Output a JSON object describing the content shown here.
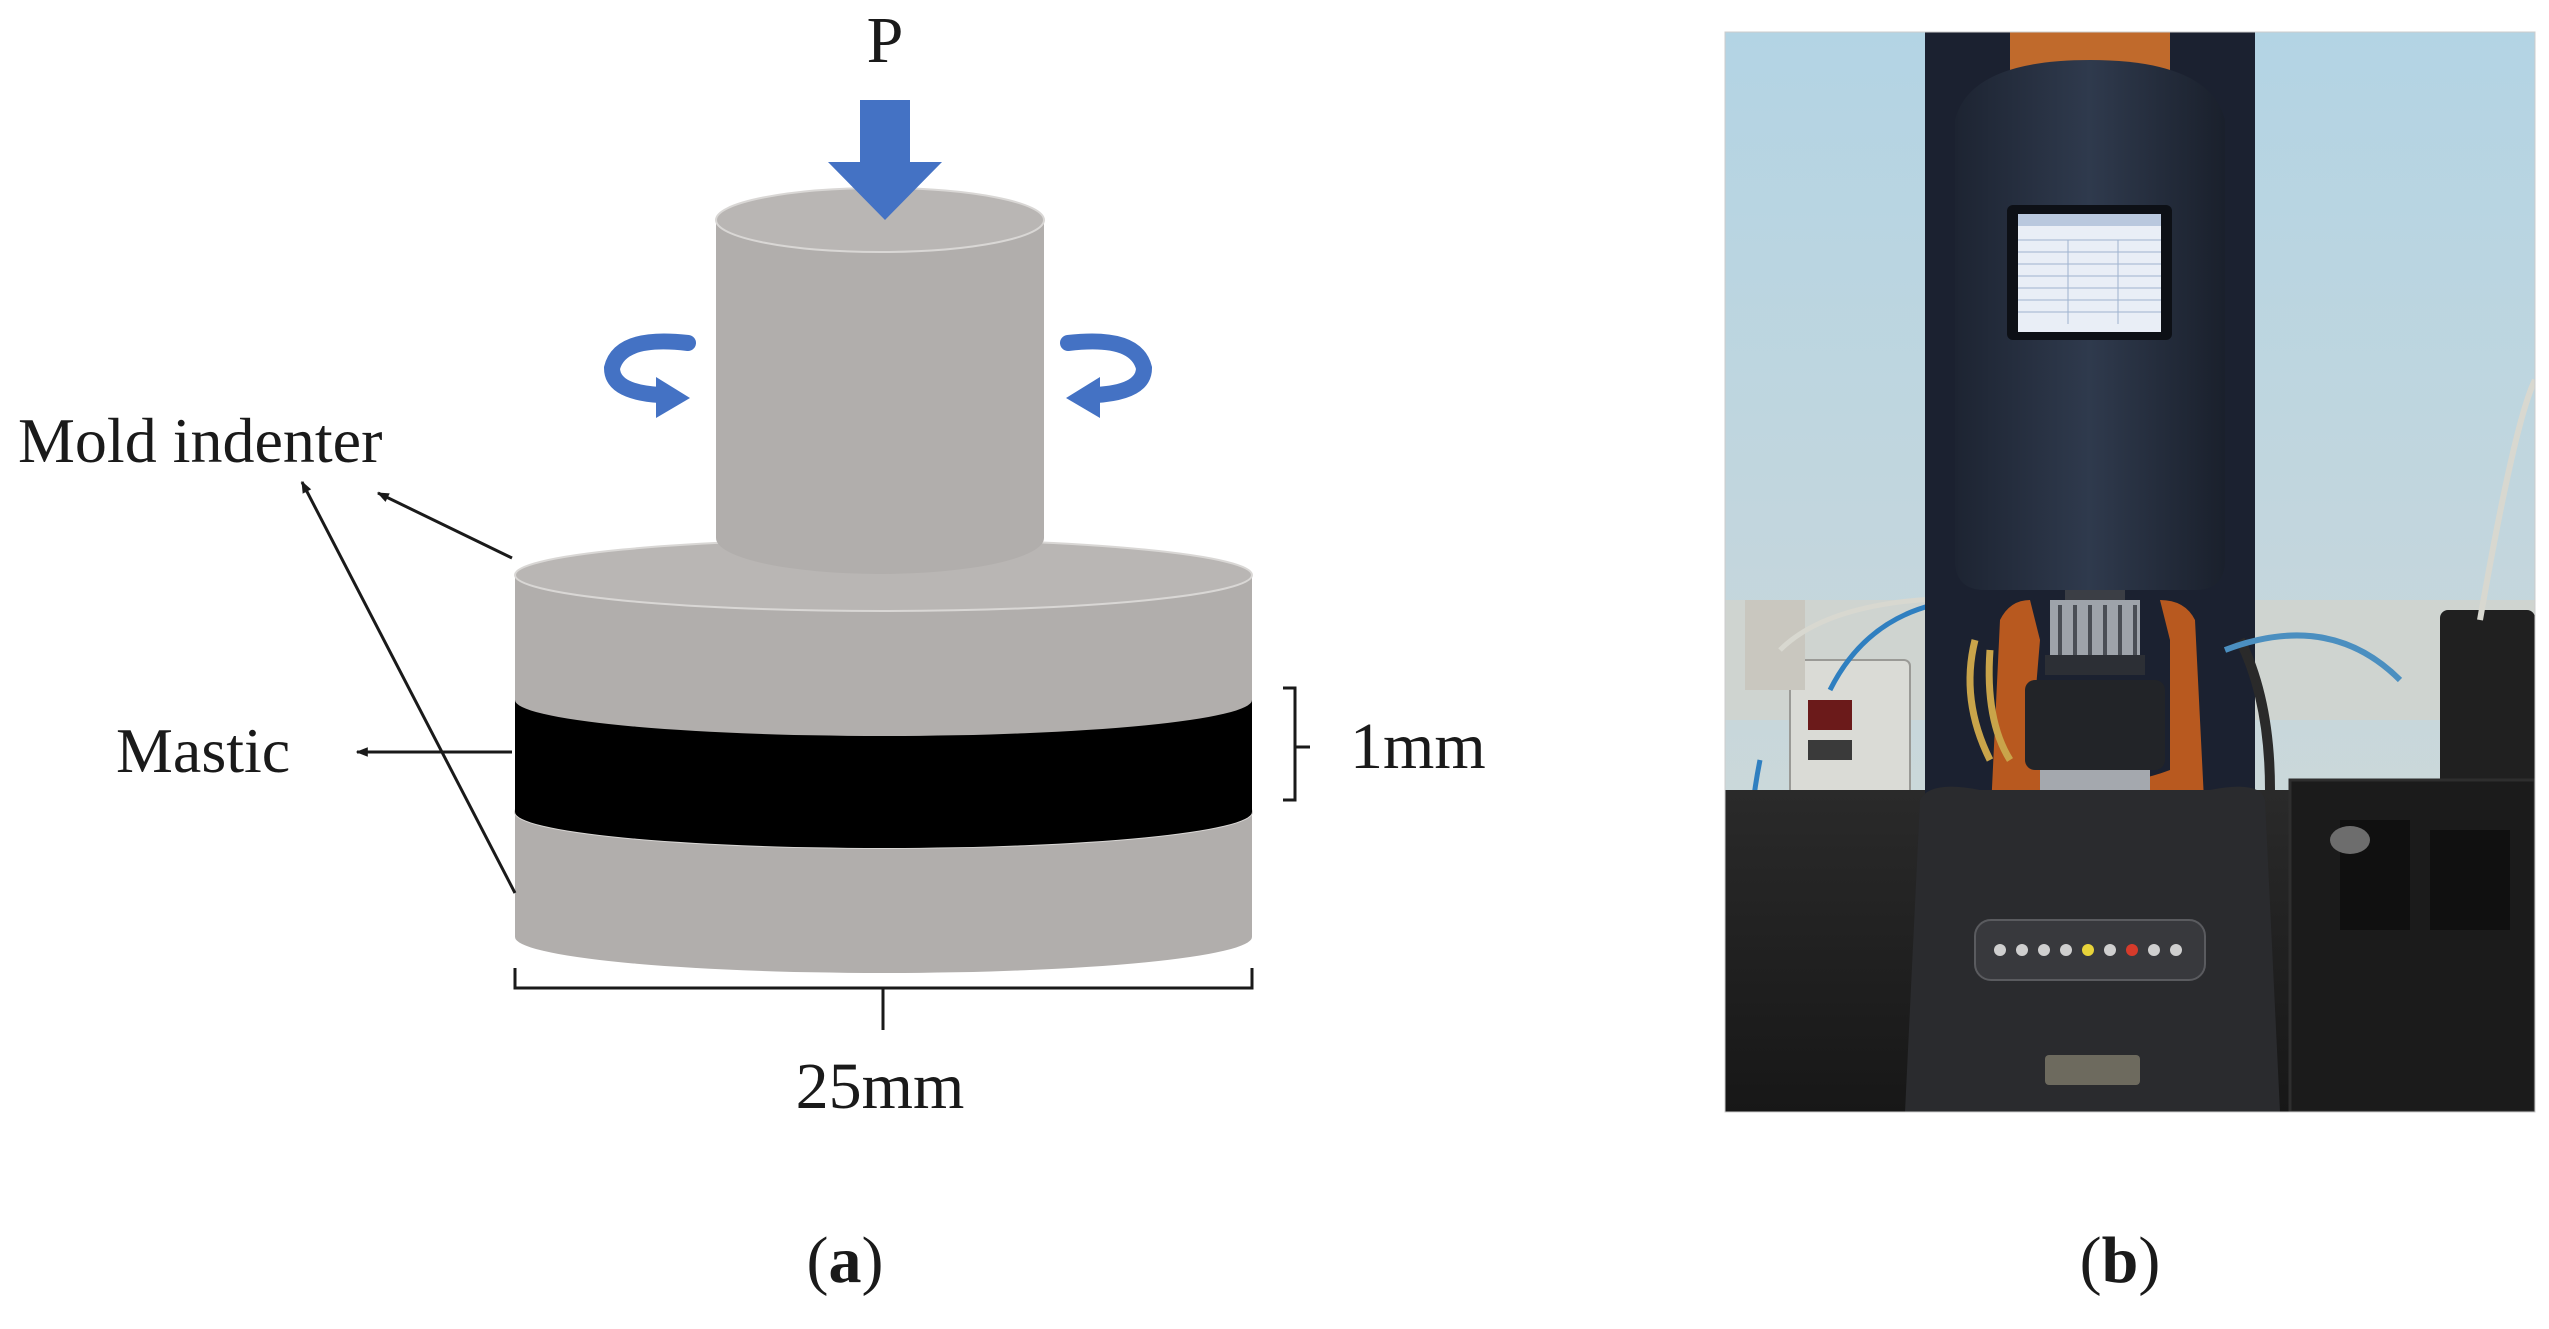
{
  "panel_a": {
    "load_label": "P",
    "mold_indenter_label": "Mold indenter",
    "mastic_label": "Mastic",
    "thickness_label": "1mm",
    "diameter_label": "25mm",
    "caption_open": "(",
    "caption_letter": "a",
    "caption_close": ")"
  },
  "panel_b": {
    "caption_open": "(",
    "caption_letter": "b",
    "caption_close": ")"
  },
  "colors": {
    "cylinder": "#b1aeac",
    "cylinder_top": "#b9b6b4",
    "mastic": "#000000",
    "arrow_blue": "#4472c4"
  }
}
